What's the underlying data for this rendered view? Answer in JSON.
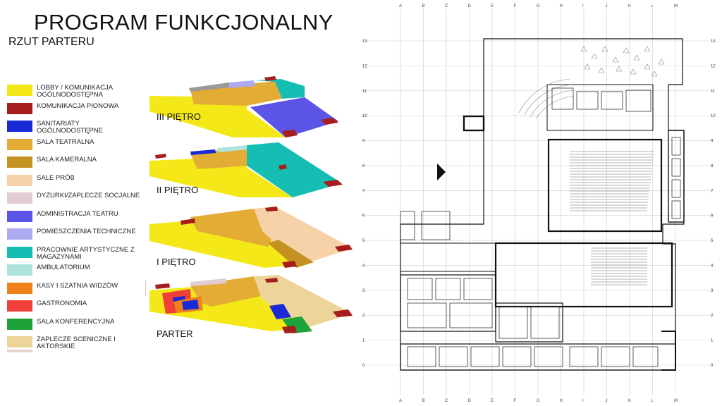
{
  "title": "PROGRAM FUNKCJONALNY",
  "subtitle": "RZUT PARTERU",
  "legend": [
    {
      "label": "LOBBY / KOMUNIKACJA OGÓLNODOSTĘPNA",
      "color": "#f5e818"
    },
    {
      "label": "KOMUNIKACJA PIONOWA",
      "color": "#a51d1d"
    },
    {
      "label": "SANITARIATY OGÓLNODOSTĘPNE",
      "color": "#1a2ad6"
    },
    {
      "label": "SALA TEATRALNA",
      "color": "#e2ac35"
    },
    {
      "label": "SALA KAMERALNA",
      "color": "#c39222"
    },
    {
      "label": "SALE PRÓB",
      "color": "#f7d2a8"
    },
    {
      "label": "DYŻURKI/ZAPLECZE SOCJALNE",
      "color": "#e0ccd2"
    },
    {
      "label": "ADMINISTRACJA TEATRU",
      "color": "#5a55e6"
    },
    {
      "label": "POMIESZCZENIA TECHNICZNE",
      "color": "#aeaaf0"
    },
    {
      "label": "PRACOWNIE ARTYSTYCZNE Z MAGAZYNAMI",
      "color": "#16bdb3"
    },
    {
      "label": "AMBULATORIUM",
      "color": "#aee3db"
    },
    {
      "label": "KASY I SZATNIA WIDZÓW",
      "color": "#f0801a"
    },
    {
      "label": "GASTRONOMIA",
      "color": "#ef3f38"
    },
    {
      "label": "SALA KONFERENCYJNA",
      "color": "#1ea23a"
    },
    {
      "label": "ZAPLECZE SCENICZNE I AKTORSKIE",
      "color": "#edd59a"
    }
  ],
  "floors": {
    "f3": "III PIĘTRO",
    "f2": "II PIĘTRO",
    "f1": "I PIĘTRO",
    "f0": "PARTER"
  },
  "plan": {
    "columns": [
      "A",
      "B",
      "C",
      "D",
      "E",
      "F",
      "G",
      "H",
      "I",
      "J",
      "K",
      "L",
      "M"
    ],
    "rows": [
      "13",
      "12",
      "11",
      "10",
      "9",
      "8",
      "7",
      "6",
      "5",
      "4",
      "3",
      "2",
      "1",
      "0"
    ]
  }
}
